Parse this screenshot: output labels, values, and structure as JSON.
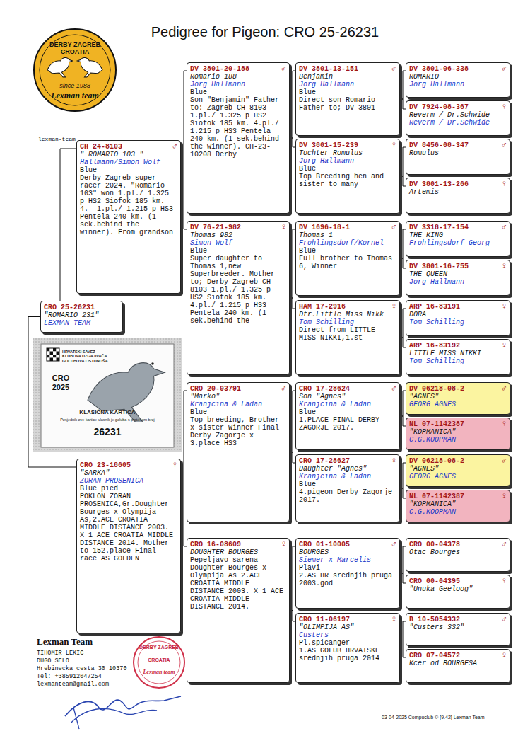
{
  "diagram": {
    "title": "Pedigree for Pigeon: CRO 25-26231",
    "nodes": [
      {
        "text": [
          "DERBY ZAGREB CROATIA",
          "since 1988",
          "Lexman team"
        ]
      },
      {
        "text": [
          "CRO 25-26231",
          "\"ROMARIO 231\"",
          "LEXMAN TEAM"
        ]
      },
      {
        "text": [
          "HRVATSKI SAVEZ KLUBOVA UZGAJIVAČA GOLUBOVA LISTONOŠA",
          "CRO 2025",
          "KLASIČNA KARTICA",
          "Posjednik ove kartice vlasnik je goluba s prstenom broj",
          "26231"
        ]
      },
      {
        "text": [
          "CH 24-8103",
          "♂",
          "\" ROMARIO 103 \"",
          "Hallmann/Simon Wolf",
          "Blue",
          "Derby Zagreb super racer 2024. \"Romario 103\" won 1.pl./ 1.325 p HS2 Siofok 185 km. 4.= 1.pl./ 1.215 p HS3 Pentela 240 km. (1 sek.behind the winner). From grandson"
        ]
      },
      {
        "text": [
          "DV 3801-20-188",
          "♂",
          "Romario 188",
          "Jorg Hallmann",
          "Blue",
          "Son \"Benjamin\" Father to: Zagreb CH-8103 1.pl./ 1.325 p HS2 Siofok 185 km. 4.pl./ 1.215 p HS3 Pentela 240 km. (1 sek.behind the winner). CH-23-10208 Derby"
        ]
      },
      {
        "text": [
          "DV 3801-13-151",
          "♂",
          "Benjamin",
          "Jorg Hallmann",
          "Blue",
          "Direct son Romario Father to; DV-3801-"
        ]
      },
      {
        "text": [
          "DV 3801-06-338",
          "♂",
          "ROMARIO",
          "Jorg Hallmann"
        ]
      },
      {
        "text": [
          "DV 7924-08-367",
          "♀",
          "Reverm / Dr.Schwide",
          "Reverm / Dr.Schwide"
        ]
      },
      {
        "text": [
          "DV 3801-15-239",
          "♀",
          "Tochter Romulus",
          "Jorg Hallmann",
          "Blue",
          "Top Breeding hen and sister to many"
        ]
      },
      {
        "text": [
          "DV 8456-08-347",
          "♂",
          "Romulus"
        ]
      },
      {
        "text": [
          "DV 3801-13-266",
          "♀",
          "Artemis"
        ]
      },
      {
        "text": [
          "DV 76-21-982",
          "♀",
          "Thomas 982",
          "Simon Wolf",
          "Blue",
          "Super daughter to Thomas 1,new Superbreeder. Mother to; Derby Zagreb CH-8103 1.pl./ 1.325 p HS2 Siofok 185 km. 4.pl./ 1.215 p HS3 Pentela 240 km. (1 sek.behind the"
        ]
      },
      {
        "text": [
          "DV 1696-18-1",
          "♂",
          "Thomas 1",
          "Frohlingsdorf/Kornel",
          "Blue",
          "Full brother to Thomas 6, Winner"
        ]
      },
      {
        "text": [
          "DV 3318-17-154",
          "♂",
          "THE KING",
          "Frohlingsdorf Georg"
        ]
      },
      {
        "text": [
          "DV 3801-16-755",
          "♀",
          "THE QUEEN",
          "Jorg Hallmann"
        ]
      },
      {
        "text": [
          "HAM 17-2916",
          "♀",
          "Dtr.Little Miss Nikk",
          "Tom Schilling",
          "Direct from LITTLE MISS NIKKI,1.st"
        ]
      },
      {
        "text": [
          "ARP 16-83191",
          "♀",
          "DORA",
          "Tom Schilling"
        ]
      },
      {
        "text": [
          "ARP 16-83192",
          "♀",
          "LITTLE MISS NIKKI",
          "Tom Schilling"
        ]
      },
      {
        "text": [
          "CRO 23-18605",
          "♀",
          "\"SARKA\"",
          "ZORAN PROSENICA",
          "Blue pied",
          "POKLON ZORAN PROSENICA,Gr.Doughter Bourges x Olympija As,2.ACE CROATIA MIDDLE DISTANCE 2003. X 1 ACE CROATIA MIDDLE DISTANCE 2014. Mother to 152.place Final race AS GOLDEN"
        ]
      },
      {
        "text": [
          "CRO 20-03791",
          "♂",
          "\"Marko\"",
          "Kranjcina & Ladan",
          "Blue",
          "Top breeding, Brother x sister Winner Final Derby Zagorje x 3.place HS3"
        ]
      },
      {
        "text": [
          "CRO 17-28624",
          "♂",
          "Son \"Agnes\"",
          "Kranjcina & Ladan",
          "Blue",
          "1.PLACE FINAL DERBY ZAGORJE 2017."
        ]
      },
      {
        "text": [
          "DV 06218-08-2",
          "♂",
          "\"AGNES\"",
          "GEORG AGNES"
        ]
      },
      {
        "text": [
          "NL 07-1142387",
          "♀",
          "\"KOPMANICA\"",
          "C.G.KOOPMAN"
        ]
      },
      {
        "text": [
          "CRO 17-28627",
          "♀",
          "Daughter \"Agnes\"",
          "Kranjcina & Ladan",
          "Blue",
          "4.pigeon Derby Zagorje 2017."
        ]
      },
      {
        "text": [
          "DV 06218-08-2",
          "♂",
          "\"AGNES\"",
          "GEORG AGNES"
        ]
      },
      {
        "text": [
          "NL 07-1142387",
          "♀",
          "\"KOPMANICA\"",
          "C.G.KOOPMAN"
        ]
      },
      {
        "text": [
          "CRO 16-08609",
          "♀",
          "DOUGHTER BOURGES",
          "Pepeljavo sarena",
          "Doughter Bourges x Olympija As 2.ACE CROATIA MIDDLE DISTANCE 2003. X 1 ACE CROATIA MIDDLE DISTANCE 2014."
        ]
      },
      {
        "text": [
          "CRO 01-10005",
          "♂",
          "BOURGES",
          "Siemer x Marcelis",
          "Plavi",
          "2.AS HR srednjih pruga 2003.god"
        ]
      },
      {
        "text": [
          "CRO 00-04378",
          "♂",
          "Otac Bourges"
        ]
      },
      {
        "text": [
          "CRO 00-04395",
          "♀",
          "\"Unuka Geeloog\""
        ]
      },
      {
        "text": [
          "CRO 11-06197",
          "♀",
          "\"OLIMPIJA AS\"",
          "Custers",
          "Pl.spicanger",
          "1.AS GOLUB HRVATSKE srednjih pruga 2014"
        ]
      },
      {
        "text": [
          "B 10-5054332",
          "♂",
          "\"Custers 332\""
        ]
      },
      {
        "text": [
          "CRO 07-04572",
          "♀",
          "Kcer od BOURGESA"
        ]
      },
      {
        "text": [
          "DERBY ZAGREB",
          "CROATIA",
          "Lexman team"
        ]
      }
    ],
    "edges": [
      {
        "from": 1,
        "to": 3,
        "arrow": "none"
      },
      {
        "from": 1,
        "to": 18,
        "arrow": "none"
      },
      {
        "from": 3,
        "to": 4,
        "arrow": "none"
      },
      {
        "from": 3,
        "to": 11,
        "arrow": "none"
      },
      {
        "from": 4,
        "to": 5,
        "arrow": "none"
      },
      {
        "from": 4,
        "to": 8,
        "arrow": "none"
      },
      {
        "from": 5,
        "to": 6,
        "arrow": "none"
      },
      {
        "from": 5,
        "to": 7,
        "arrow": "none"
      },
      {
        "from": 8,
        "to": 9,
        "arrow": "none"
      },
      {
        "from": 8,
        "to": 10,
        "arrow": "none"
      },
      {
        "from": 11,
        "to": 12,
        "arrow": "none"
      },
      {
        "from": 11,
        "to": 15,
        "arrow": "none"
      },
      {
        "from": 12,
        "to": 13,
        "arrow": "none"
      },
      {
        "from": 12,
        "to": 14,
        "arrow": "none"
      },
      {
        "from": 15,
        "to": 16,
        "arrow": "none"
      },
      {
        "from": 15,
        "to": 17,
        "arrow": "none"
      },
      {
        "from": 18,
        "to": 19,
        "arrow": "none"
      },
      {
        "from": 18,
        "to": 26,
        "arrow": "none"
      },
      {
        "from": 19,
        "to": 20,
        "arrow": "none"
      },
      {
        "from": 19,
        "to": 23,
        "arrow": "none"
      },
      {
        "from": 20,
        "to": 21,
        "arrow": "none"
      },
      {
        "from": 20,
        "to": 22,
        "arrow": "none"
      },
      {
        "from": 23,
        "to": 24,
        "arrow": "none"
      },
      {
        "from": 23,
        "to": 25,
        "arrow": "none"
      },
      {
        "from": 26,
        "to": 27,
        "arrow": "none"
      },
      {
        "from": 26,
        "to": 30,
        "arrow": "none"
      },
      {
        "from": 27,
        "to": 28,
        "arrow": "none"
      },
      {
        "from": 27,
        "to": 29,
        "arrow": "none"
      },
      {
        "from": 30,
        "to": 31,
        "arrow": "none"
      },
      {
        "from": 30,
        "to": 32,
        "arrow": "none"
      }
    ],
    "labels": [
      "lexman-team",
      "Lexman Team",
      "TIHOMIR LEKIC",
      "DUGO SELO",
      "Hrebinecka cesta 30 10370",
      "Tel: +385912047254",
      "lexmanteam@gmail.com",
      "03-04-2025 Compuclub © [9.42] Lexman Team"
    ]
  }
}
